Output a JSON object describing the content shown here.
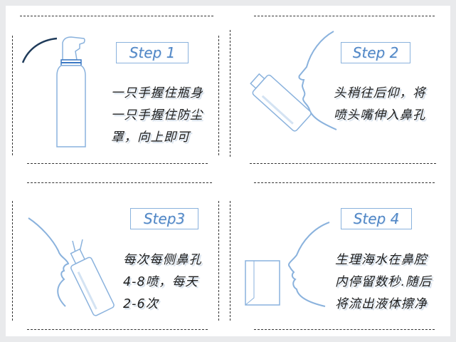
{
  "steps": [
    {
      "label": "Step 1",
      "lines": [
        "一只手握住瓶身",
        "一只手握住防尘",
        "罩，向上即可"
      ]
    },
    {
      "label": "Step 2",
      "lines": [
        "头稍往后仰，将",
        "喷头嘴伸入鼻孔"
      ]
    },
    {
      "label": "Step3",
      "lines": [
        "每次每侧鼻孔",
        "4-8喷，每天",
        "2-6次"
      ]
    },
    {
      "label": "Step 4",
      "lines": [
        "生理海水在鼻腔",
        "内停留数秒.随后",
        "将流出液体擦净"
      ]
    }
  ],
  "colors": {
    "accent_blue": "#5187c6",
    "line_blue": "#8ab2dd",
    "text": "#1e1e1e",
    "dashed_border": "#333333",
    "background": "#e9eaec"
  },
  "icons": [
    "spray-bottle-icon",
    "face-profile-icon",
    "tissue-icon"
  ]
}
